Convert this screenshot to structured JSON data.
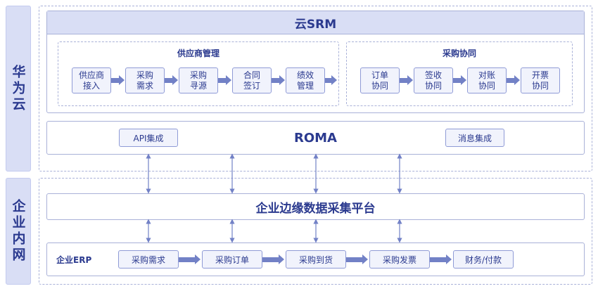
{
  "sidebar": {
    "cloud_label": "华为云",
    "intranet_label": "企业内网"
  },
  "srm": {
    "title": "云SRM",
    "supplier_group": {
      "title": "供应商管理",
      "nodes": [
        "供应商\n接入",
        "采购\n需求",
        "采购\n寻源",
        "合同\n签订",
        "绩效\n管理"
      ]
    },
    "purchase_group": {
      "title": "采购协同",
      "nodes": [
        "订单\n协同",
        "签收\n协同",
        "对账\n协同",
        "开票\n协同"
      ]
    }
  },
  "roma": {
    "title": "ROMA",
    "left_pill": "API集成",
    "right_pill": "消息集成"
  },
  "edge_platform": {
    "title": "企业边缘数据采集平台"
  },
  "erp": {
    "label": "企业ERP",
    "steps": [
      "采购需求",
      "采购订单",
      "采购到货",
      "采购发票",
      "财务/付款"
    ]
  },
  "colors": {
    "accent": "#2b3a8f",
    "header_bg": "#d9def5",
    "node_bg": "#f1f3fc",
    "arrow": "#7281c6"
  }
}
